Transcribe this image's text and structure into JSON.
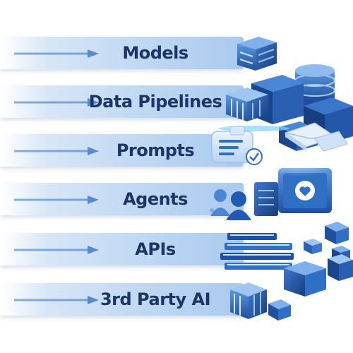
{
  "layers": [
    {
      "label": "Models",
      "icon": "server-cube-icon"
    },
    {
      "label": "Data Pipelines",
      "icon": "data-blocks-icon"
    },
    {
      "label": "Prompts",
      "icon": "prompt-document-icon"
    },
    {
      "label": "Agents",
      "icon": "agent-users-icon"
    },
    {
      "label": "APIs",
      "icon": "api-server-icon"
    },
    {
      "label": "3rd Party AI",
      "icon": "third-party-cube-icon"
    }
  ],
  "colors": {
    "label_text": "#1c3466",
    "band_light": "#d7e6f7",
    "band_dark": "#a9caee",
    "accent_blue": "#2f6fc4",
    "deep_blue": "#1f4f9e"
  }
}
